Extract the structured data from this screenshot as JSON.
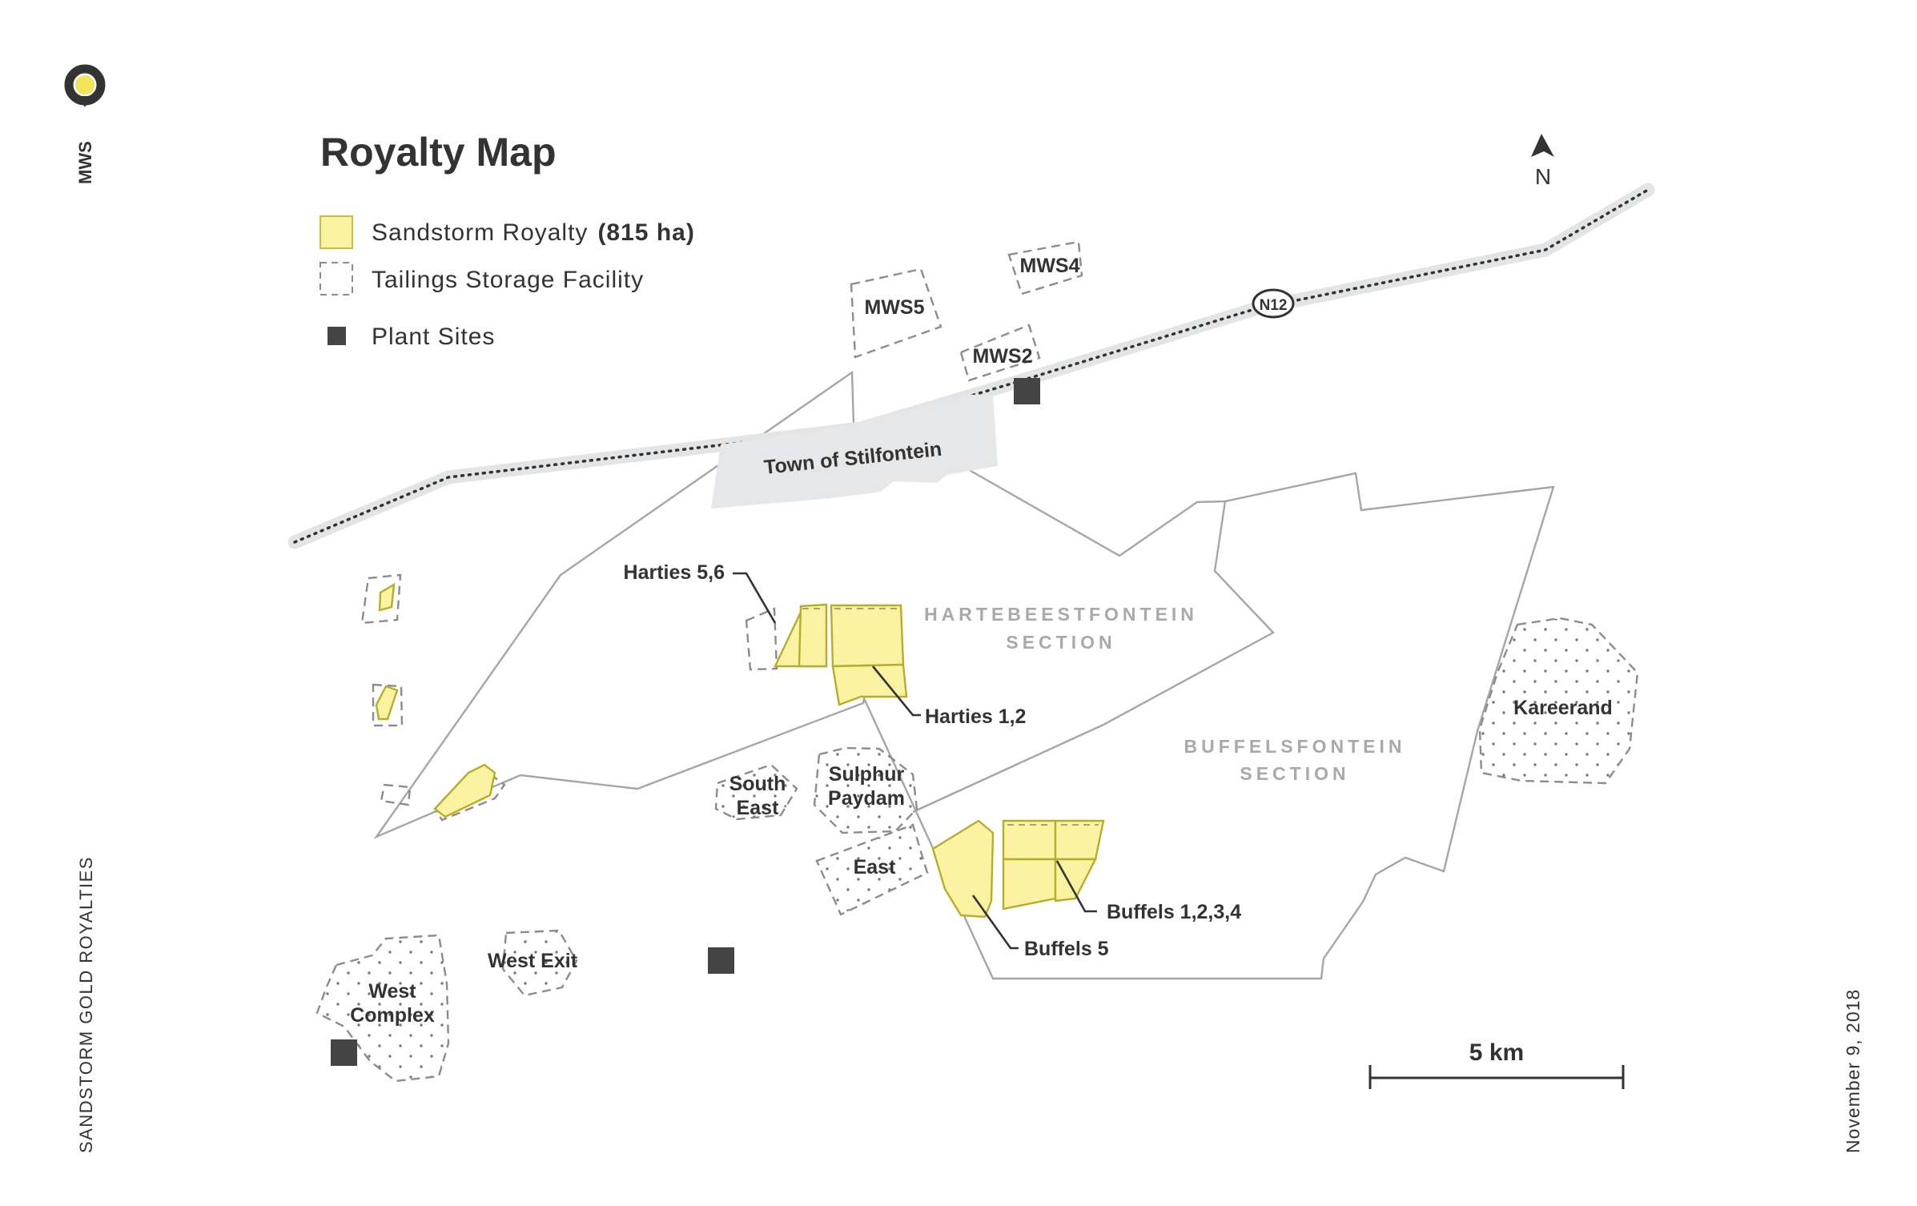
{
  "brand": {
    "logo": "ring-logo-icon",
    "short_name": "MWS",
    "footer": "SANDSTORM GOLD ROYALTIES",
    "date": "November 9, 2018",
    "accent": "#f2e45a"
  },
  "title": "Royalty Map",
  "legend": {
    "royalty_label": "Sandstorm Royalty",
    "royalty_area": "(815 ha)",
    "tsf_label": "Tailings Storage Facility",
    "plant_label": "Plant Sites"
  },
  "compass": {
    "label": "N"
  },
  "road": {
    "label": "N12"
  },
  "town": {
    "label": "Town of Stilfontein"
  },
  "sections": {
    "hartebeestfontein_1": "HARTEBEESTFONTEIN",
    "hartebeestfontein_2": "SECTION",
    "buffelsfontein_1": "BUFFELSFONTEIN",
    "buffelsfontein_2": "SECTION"
  },
  "facilities": {
    "mws5": "MWS5",
    "mws4": "MWS4",
    "mws2": "MWS2",
    "kareerand": "Kareerand",
    "south_east_1": "South",
    "south_east_2": "East",
    "sulphur_paydam_1": "Sulphur",
    "sulphur_paydam_2": "Paydam",
    "east": "East",
    "west_exit": "West Exit",
    "west_complex_1": "West",
    "west_complex_2": "Complex"
  },
  "royalties": {
    "harties_56": "Harties 5,6",
    "harties_12": "Harties 1,2",
    "buffels_1234": "Buffels 1,2,3,4",
    "buffels_5": "Buffels 5"
  },
  "scale": {
    "label": "5 km"
  },
  "colors": {
    "royalty_fill": "#fbf3a2",
    "boundary": "#a6a6a6",
    "plant": "#444444",
    "town": "#e6e7e8",
    "road_halo": "#e3e4e5"
  }
}
